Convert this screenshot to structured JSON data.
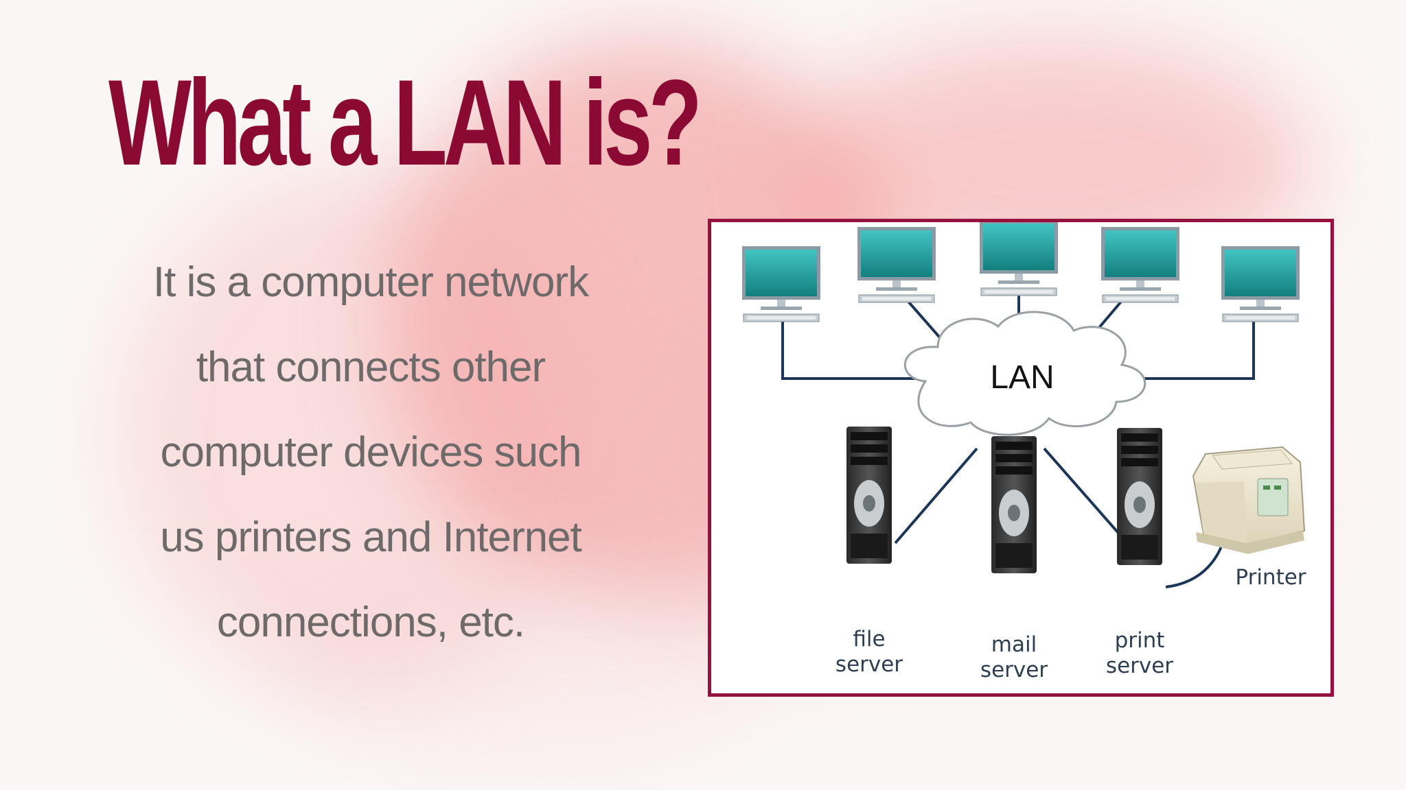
{
  "slide": {
    "title": "What a LAN is?",
    "lines": [
      "It is a computer network",
      "that connects other",
      "computer devices such",
      "us printers and Internet",
      "connections, etc."
    ]
  },
  "diagram": {
    "hub_label": "LAN",
    "workstations": [
      "workstation",
      "workstation",
      "workstation",
      "workstation",
      "workstation"
    ],
    "servers": [
      {
        "line1": "file",
        "line2": "server"
      },
      {
        "line1": "mail",
        "line2": "server"
      },
      {
        "line1": "print",
        "line2": "server"
      }
    ],
    "printer_label": "Printer"
  },
  "colors": {
    "title": "#8b0a33",
    "body_text": "#6e6a6a",
    "frame_border": "#95123f",
    "network_line": "#1d3557",
    "monitor_screen": "#21a8a5"
  }
}
